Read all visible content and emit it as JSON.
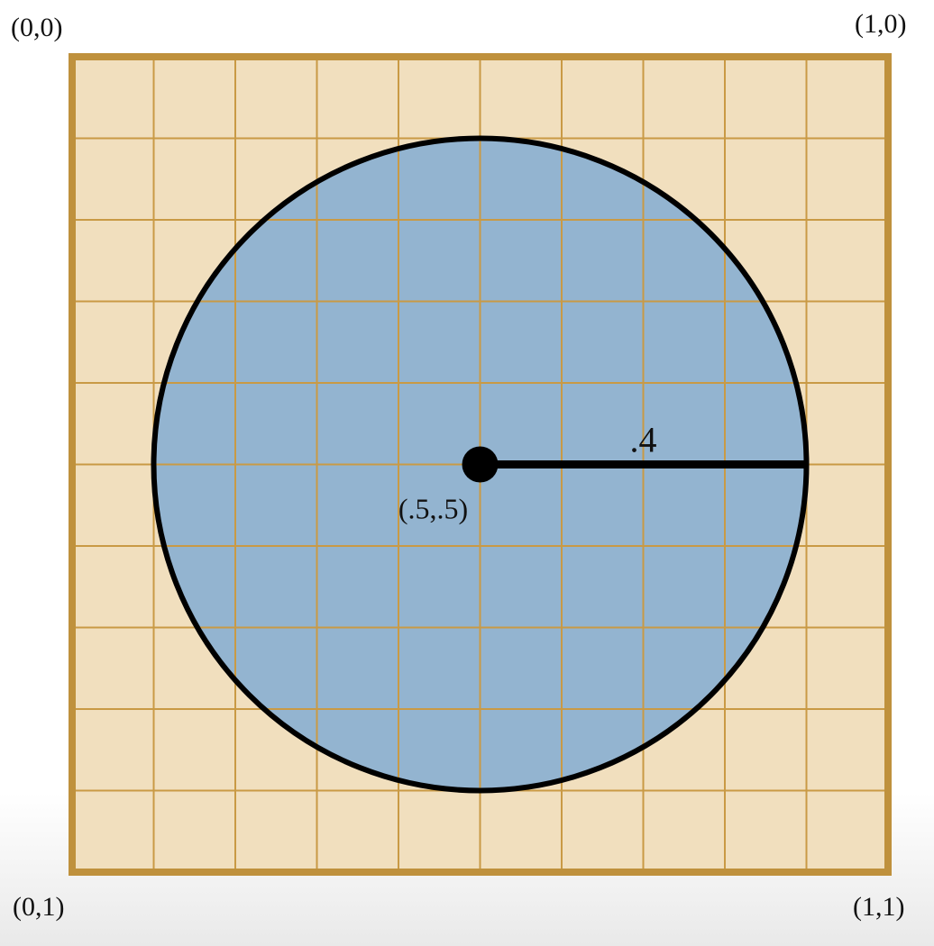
{
  "corners": {
    "top_left": "(0,0)",
    "top_right": "(1,0)",
    "bottom_left": "(0,1)",
    "bottom_right": "(1,1)"
  },
  "circle": {
    "center": [
      0.5,
      0.5
    ],
    "radius": 0.4,
    "center_label": "(.5,.5)",
    "radius_label": ".4"
  },
  "grid": {
    "divisions": 10
  },
  "colors": {
    "square_fill": "#f1dfbe",
    "border": "#bf913d",
    "grid_line": "#c99a45",
    "circle_fill": "#93b4d0",
    "stroke": "#000000"
  }
}
